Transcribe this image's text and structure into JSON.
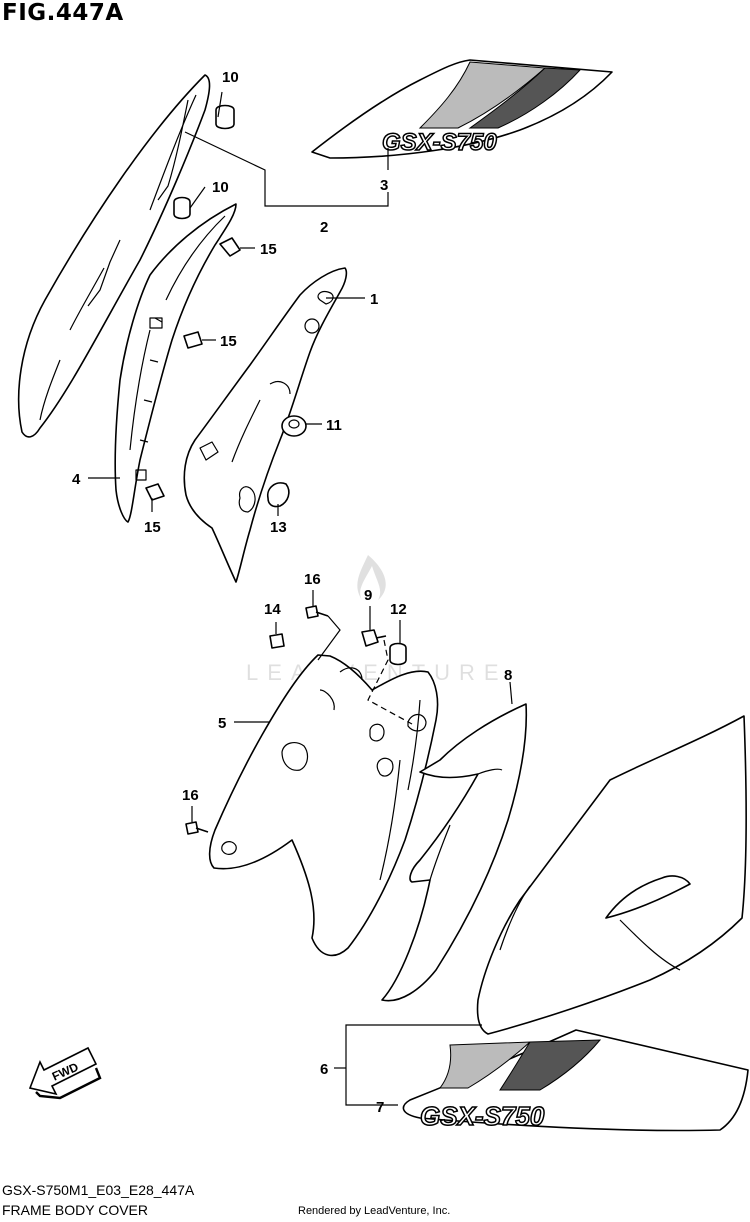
{
  "figure": {
    "title": "FIG.447A",
    "code": "GSX-S750M1_E03_E28_447A",
    "subtitle": "FRAME BODY COVER",
    "credit": "Rendered by LeadVenture, Inc.",
    "watermark": "LEADVENTURE"
  },
  "labels": {
    "p1": "1",
    "p2": "2",
    "p3": "3",
    "p4": "4",
    "p5": "5",
    "p6": "6",
    "p7": "7",
    "p8": "8",
    "p9": "9",
    "p10a": "10",
    "p10b": "10",
    "p11": "11",
    "p12": "12",
    "p13": "13",
    "p14": "14",
    "p15a": "15",
    "p15b": "15",
    "p15c": "15",
    "p16a": "16",
    "p16b": "16"
  },
  "decals": {
    "upper": "GSX-S750",
    "lower": "GSX-S750"
  },
  "fwd_arrow": "FWD"
}
